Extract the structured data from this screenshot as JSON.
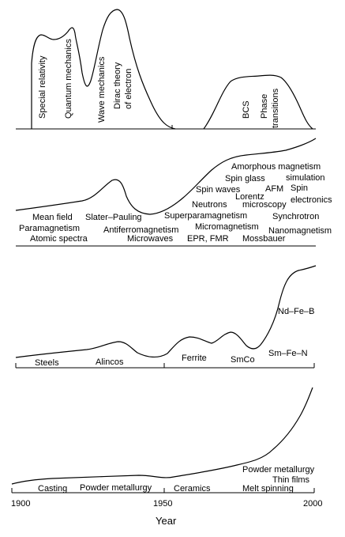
{
  "panels": {
    "physics_theory": {
      "labels": [
        "Special relativity",
        "Quantum mechanics",
        "Wave mechanics",
        "Dirac theory",
        "of electron",
        "BCS",
        "Phase",
        "transitions"
      ]
    },
    "magnetism_phenomena": {
      "labels": [
        "Amorphous magnetism",
        "Spin glass",
        "simulation",
        "Spin waves",
        "AFM",
        "Spin",
        "Lorentz",
        "Neutrons",
        "microscopy",
        "electronics",
        "Mean field",
        "Slater–Pauling",
        "Superparamagnetism",
        "Synchrotron",
        "Paramagnetism",
        "Micromagnetism",
        "Antiferromagnetism",
        "Nanomagnetism",
        "Atomic spectra",
        "Microwaves",
        "EPR, FMR",
        "Mossbauer"
      ]
    },
    "magnet_materials": {
      "labels": [
        "Nd–Fe–B",
        "Sm–Fe–N",
        "Steels",
        "Alincos",
        "Ferrite",
        "SmCo"
      ]
    },
    "processing": {
      "labels": [
        "Powder metallurgy",
        "Thin films",
        "Casting",
        "Powder metallurgy",
        "Ceramics",
        "Melt spinning"
      ]
    }
  },
  "axis": {
    "ticks": [
      "1900",
      "1950",
      "2000"
    ],
    "title": "Year"
  }
}
